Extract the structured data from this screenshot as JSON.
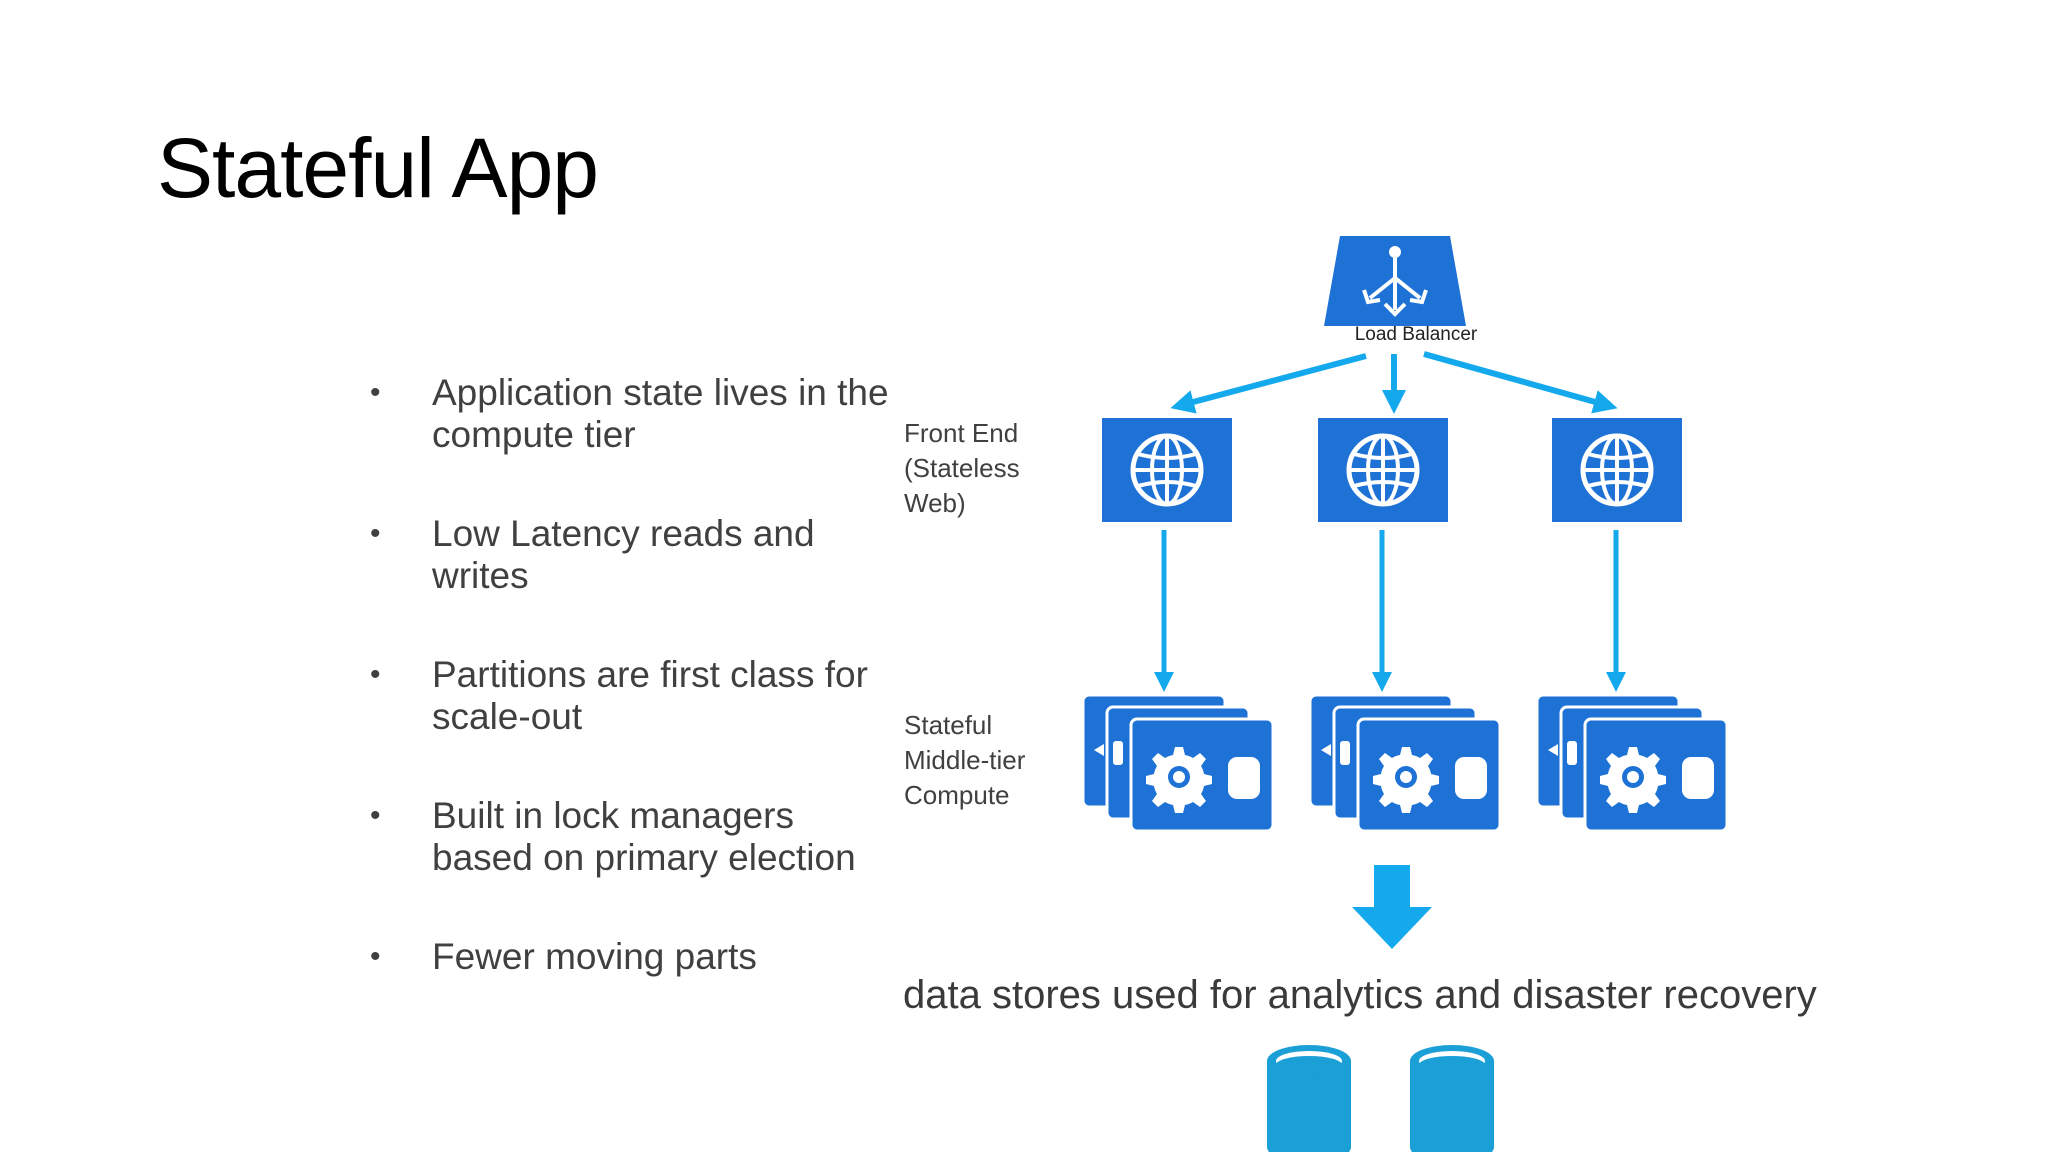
{
  "slide": {
    "title": "Stateful App",
    "bullets": [
      "Application state lives in the compute tier",
      "Low Latency reads and writes",
      "Partitions are first class for scale-out",
      "Built in lock managers based on primary election",
      "Fewer moving parts"
    ]
  },
  "diagram": {
    "load_balancer_label": "Load Balancer",
    "front_end_label": "Front End\n(Stateless\nWeb)",
    "middle_tier_label": "Stateful\nMiddle-tier\nCompute",
    "data_stores_caption": "data stores used for analytics and disaster recovery",
    "colors": {
      "tile_blue": "#1e72d6",
      "arrow_blue": "#14a9ec",
      "db_blue": "#1a9fd6"
    },
    "icons": [
      "load-balancer-icon",
      "globe-icon",
      "gear-icon",
      "database-icon"
    ]
  }
}
